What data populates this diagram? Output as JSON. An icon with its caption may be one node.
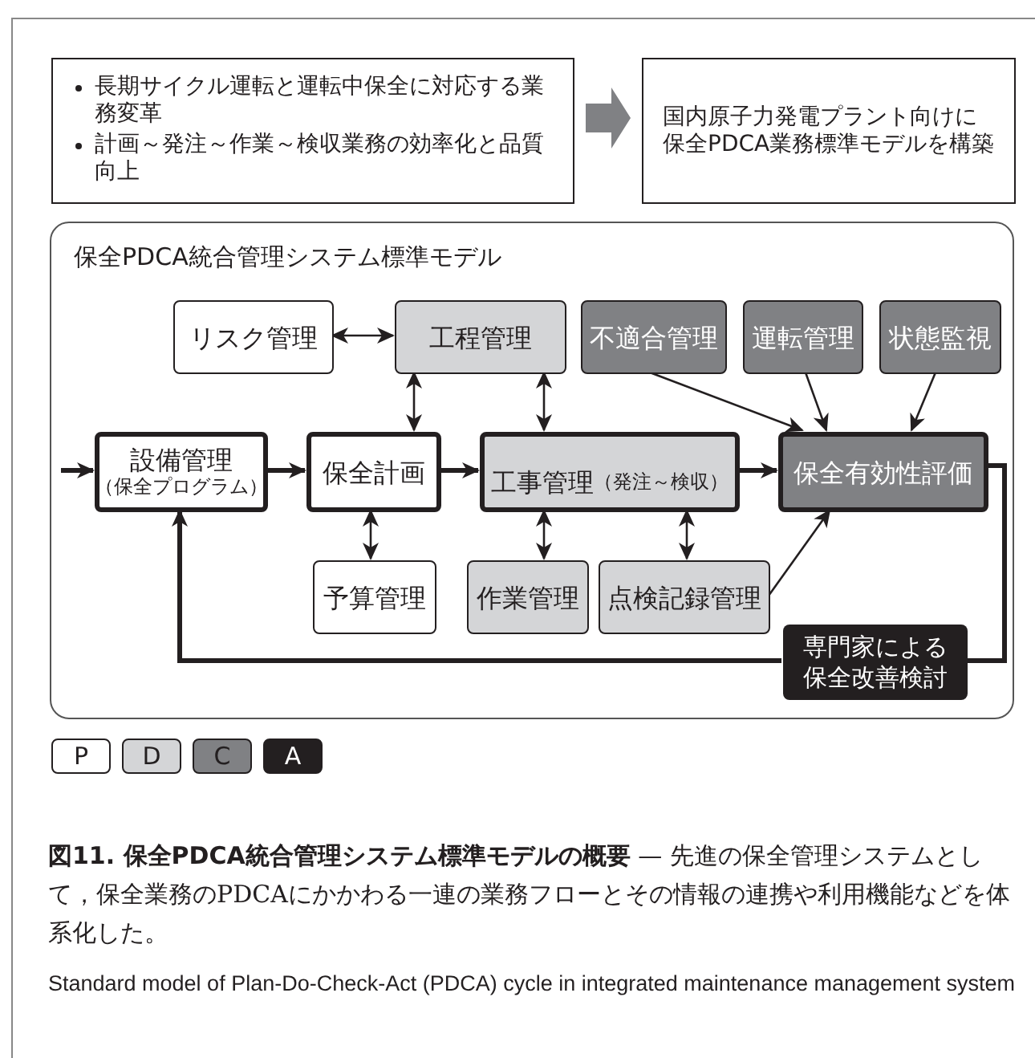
{
  "diagram": {
    "caption": "**図11. 保全PDCA統合管理システム標準モデルの概要** — 先進の保全管理システムとして，保全業務のPDCAにかかわる一連の業務フローとその情報の連携や利用機能などを体系化した。",
    "nodes": [
      {
        "text": [
          "長期サイクル運転と運転中保全に対応する業務変革",
          "計画～発注～作業～検収業務の効率化と品質向上"
        ]
      },
      {
        "text": [
          "国内原子力発電プラント向けに保全PDCA業務標準モデルを構築"
        ]
      },
      {
        "text": [
          "保全PDCA統合管理システム標準モデル"
        ]
      },
      {
        "text": [
          "リスク管理"
        ],
        "in": 2
      },
      {
        "text": [
          "工程管理"
        ],
        "in": 2
      },
      {
        "text": [
          "不適合管理"
        ],
        "in": 2
      },
      {
        "text": [
          "運転管理"
        ],
        "in": 2
      },
      {
        "text": [
          "状態監視"
        ],
        "in": 2
      },
      {
        "text": [
          "設備管理",
          "（保全プログラム）"
        ],
        "in": 2
      },
      {
        "text": [
          "保全計画"
        ],
        "in": 2
      },
      {
        "text": [
          "工事管理",
          "（発注～検収）"
        ],
        "in": 2
      },
      {
        "text": [
          "保全有効性評価"
        ],
        "in": 2
      },
      {
        "text": [
          "予算管理"
        ],
        "in": 2
      },
      {
        "text": [
          "作業管理"
        ],
        "in": 2
      },
      {
        "text": [
          "点検記録管理"
        ],
        "in": 2
      },
      {
        "text": [
          "専門家による保全改善検討"
        ],
        "in": 2
      }
    ],
    "edges": [
      {
        "from": 0,
        "to": 1,
        "arrow": "to",
        "style": "thick",
        "color": "#808184"
      },
      {
        "from": 3,
        "to": 4,
        "arrow": "both"
      },
      {
        "from": 4,
        "to": 9,
        "arrow": "both"
      },
      {
        "from": 4,
        "to": 10,
        "arrow": "both"
      },
      {
        "from": null,
        "to": 8,
        "arrow": "to",
        "style": "thick"
      },
      {
        "from": 8,
        "to": 9,
        "arrow": "to",
        "style": "thick"
      },
      {
        "from": 9,
        "to": 10,
        "arrow": "to",
        "style": "thick"
      },
      {
        "from": 10,
        "to": 11,
        "arrow": "to",
        "style": "thick"
      },
      {
        "from": 5,
        "to": 11,
        "arrow": "to"
      },
      {
        "from": 6,
        "to": 11,
        "arrow": "to"
      },
      {
        "from": 7,
        "to": 11,
        "arrow": "to"
      },
      {
        "from": 9,
        "to": 12,
        "arrow": "both"
      },
      {
        "from": 10,
        "to": 13,
        "arrow": "both"
      },
      {
        "from": 10,
        "to": 14,
        "arrow": "both"
      },
      {
        "from": 14,
        "to": 11,
        "arrow": "to"
      },
      {
        "from": 11,
        "to": 15,
        "arrow": "none",
        "style": "thick"
      },
      {
        "from": 15,
        "to": 8,
        "arrow": "to",
        "style": "thick"
      }
    ],
    "labels": [
      "Standard model of Plan-Do-Check-Act (PDCA) cycle in integrated maintenance management system"
    ],
    "legend": [
      {
        "text": "P",
        "color": "#ffffff"
      },
      {
        "text": "D",
        "color": "#d4d5d7"
      },
      {
        "text": "C",
        "color": "#808184"
      },
      {
        "text": "A",
        "color": "#231f20"
      }
    ]
  }
}
